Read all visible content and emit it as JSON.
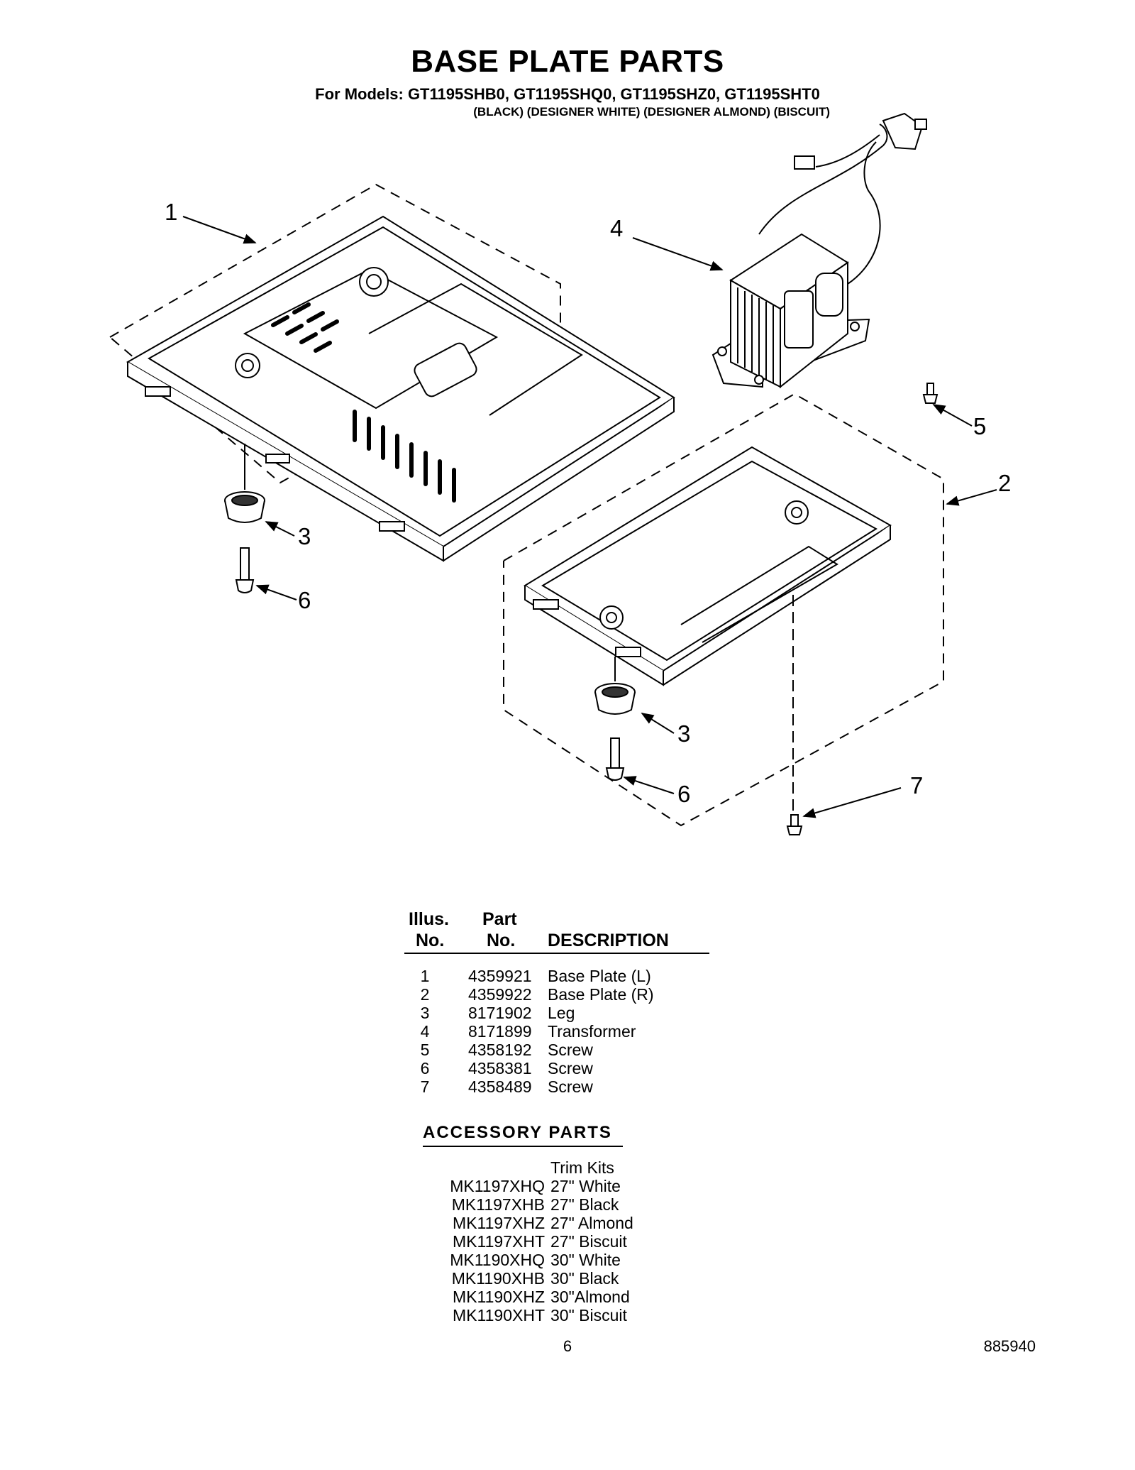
{
  "header": {
    "title": "BASE PLATE PARTS",
    "models": "For Models: GT1195SHB0, GT1195SHQ0, GT1195SHZ0, GT1195SHT0",
    "colors": "(BLACK) (DESIGNER WHITE) (DESIGNER ALMOND) (BISCUIT)"
  },
  "diagram": {
    "callouts": [
      "1",
      "4",
      "5",
      "2",
      "3",
      "6",
      "3",
      "6",
      "7"
    ]
  },
  "parts_table": {
    "headers": {
      "illus_1": "Illus.",
      "illus_2": "No.",
      "part_1": "Part",
      "part_2": "No.",
      "description": "DESCRIPTION"
    },
    "rows": [
      {
        "no": "1",
        "part": "4359921",
        "desc": "Base Plate (L)"
      },
      {
        "no": "2",
        "part": "4359922",
        "desc": "Base Plate (R)"
      },
      {
        "no": "3",
        "part": "8171902",
        "desc": "Leg"
      },
      {
        "no": "4",
        "part": "8171899",
        "desc": "Transformer"
      },
      {
        "no": "5",
        "part": "4358192",
        "desc": "Screw"
      },
      {
        "no": "6",
        "part": "4358381",
        "desc": "Screw"
      },
      {
        "no": "7",
        "part": "4358489",
        "desc": "Screw"
      }
    ]
  },
  "accessory": {
    "title": "ACCESSORY PARTS",
    "heading": "Trim Kits",
    "rows": [
      {
        "code": "MK1197XHQ",
        "desc": "27\" White"
      },
      {
        "code": "MK1197XHB",
        "desc": "27\" Black"
      },
      {
        "code": "MK1197XHZ",
        "desc": "27\" Almond"
      },
      {
        "code": "MK1197XHT",
        "desc": "27\" Biscuit"
      },
      {
        "code": "MK1190XHQ",
        "desc": "30\" White"
      },
      {
        "code": "MK1190XHB",
        "desc": "30\" Black"
      },
      {
        "code": "MK1190XHZ",
        "desc": "30\"Almond"
      },
      {
        "code": "MK1190XHT",
        "desc": "30\" Biscuit"
      }
    ]
  },
  "footer": {
    "page_number": "6",
    "doc_number": "885940"
  }
}
